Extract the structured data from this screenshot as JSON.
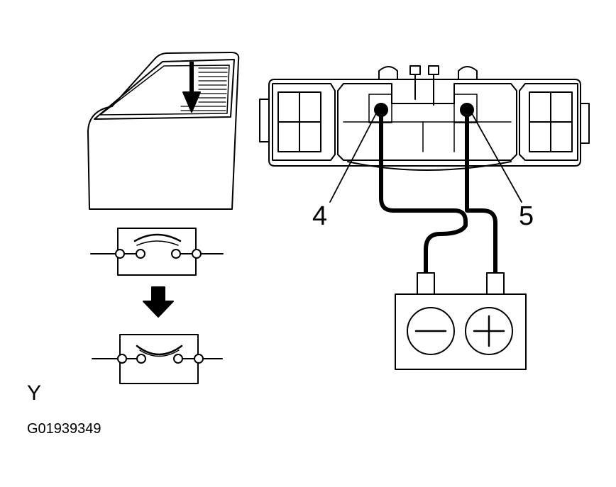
{
  "labels": {
    "terminal_4": "4",
    "terminal_5": "5",
    "view_letter": "Y",
    "figure_code": "G01939349"
  },
  "battery": {
    "negative_symbol": "−",
    "positive_symbol": "+"
  },
  "colors": {
    "ink": "#000000",
    "background": "#ffffff"
  }
}
